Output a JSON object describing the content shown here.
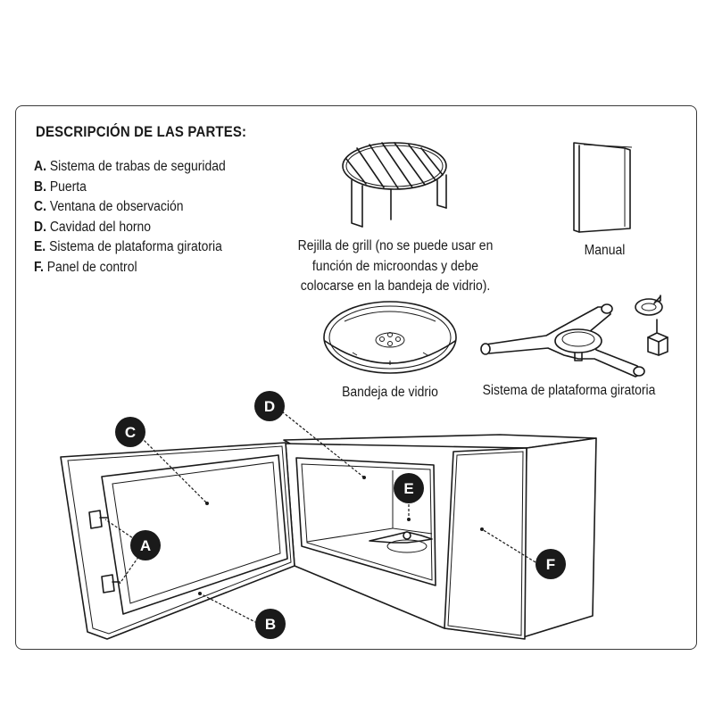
{
  "title": "DESCRIPCIÓN DE LAS PARTES:",
  "parts": [
    {
      "letter": "A.",
      "label": "Sistema de trabas de seguridad"
    },
    {
      "letter": "B.",
      "label": "Puerta"
    },
    {
      "letter": "C.",
      "label": "Ventana de observación"
    },
    {
      "letter": "D.",
      "label": "Cavidad del horno"
    },
    {
      "letter": "E.",
      "label": "Sistema de plataforma giratoria"
    },
    {
      "letter": "F.",
      "label": "Panel de control"
    }
  ],
  "accessories": {
    "grill_rack_lines": [
      "Rejilla de grill (no se puede usar en",
      "función de microondas y debe",
      "colocarse en la bandeja de vidrio)."
    ],
    "manual": "Manual",
    "glass_tray": "Bandeja de vidrio",
    "turntable_system": "Sistema de plataforma giratoria"
  },
  "callouts": {
    "a": "A",
    "b": "B",
    "c": "C",
    "d": "D",
    "e": "E",
    "f": "F"
  }
}
